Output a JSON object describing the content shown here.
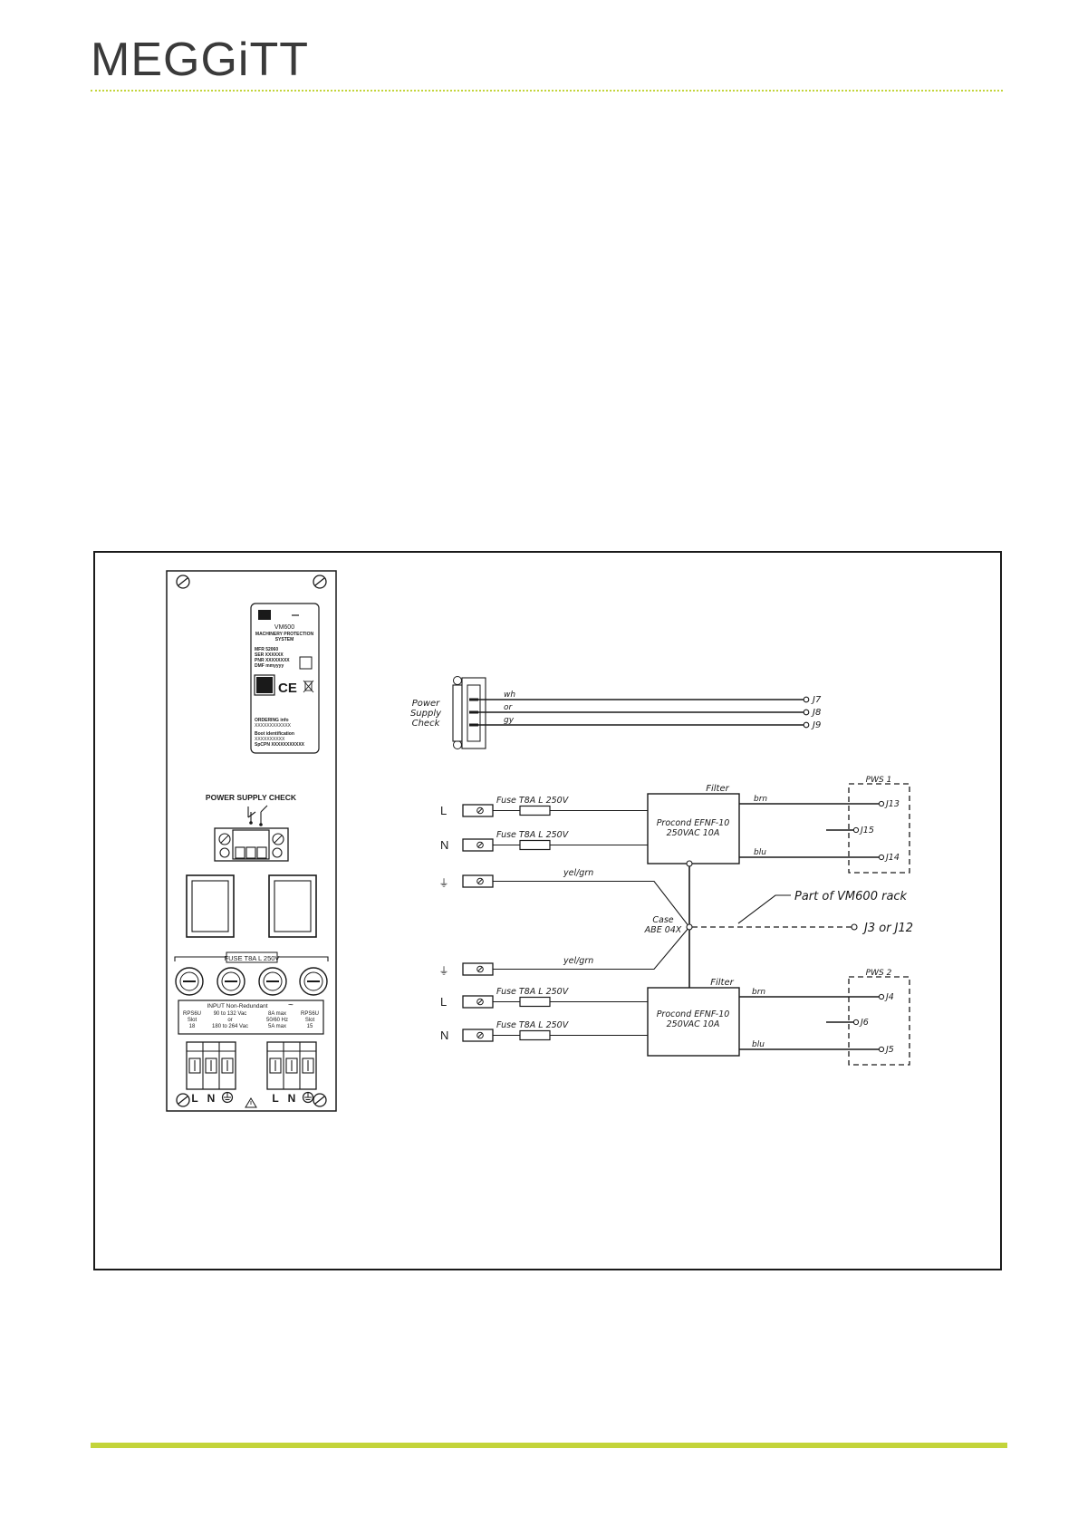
{
  "header": {
    "logo": "MEGGiTT"
  },
  "panel": {
    "label": {
      "product": "VM600",
      "system_line1": "MACHINERY PROTECTION",
      "system_line2": "SYSTEM",
      "mfr": "MFR 52060",
      "ser": "SER XXXXXX",
      "pnr": "PNR XXXXXXXX",
      "dmf": "DMF mmyyyy",
      "ordering": "ORDERING info",
      "ordering_code": "XXXXXXXXXXXX",
      "boot": "Boot identification",
      "boot_code": "XXXXXXXXXX",
      "sfc": "SpCPN XXXXXXXXXXX"
    },
    "power_supply_check": "POWER SUPPLY CHECK",
    "fuse_label": "FUSE T8A L 250V",
    "input_title": "INPUT Non-Redundant",
    "input_left": [
      "RPS6U",
      "Slot",
      "18"
    ],
    "input_mid1": [
      "90 to 132 Vac",
      "or",
      "180 to 264 Vac"
    ],
    "input_mid2": [
      "8A max",
      "50/60 Hz",
      "5A max"
    ],
    "input_right": [
      "RPS6U",
      "Slot",
      "15"
    ],
    "terminals": [
      "L",
      "N",
      "L",
      "N"
    ]
  },
  "schematic": {
    "psc": {
      "label": [
        "Power",
        "Supply",
        "Check"
      ],
      "wires": [
        "wh",
        "or",
        "gy"
      ],
      "jacks": [
        "J7",
        "J8",
        "J9"
      ]
    },
    "supply1": {
      "inputs": [
        "L",
        "N"
      ],
      "fuse": "Fuse T8A L 250V",
      "filter_title": "Filter",
      "filter_name": "Procond EFNF-10",
      "filter_rating": "250VAC 10A",
      "wire_top": "brn",
      "wire_bottom": "blu",
      "pws": "PWS 1",
      "jacks": [
        "J13",
        "J15",
        "J14"
      ]
    },
    "supply2": {
      "inputs": [
        "L",
        "N"
      ],
      "fuse": "Fuse T8A L 250V",
      "filter_title": "Filter",
      "filter_name": "Procond EFNF-10",
      "filter_rating": "250VAC 10A",
      "wire_top": "brn",
      "wire_bottom": "blu",
      "pws": "PWS 2",
      "jacks": [
        "J4",
        "J6",
        "J5"
      ]
    },
    "earth_wire": "yel/grn",
    "case_label": [
      "Case",
      "ABE 04X"
    ],
    "rack_label": "Part of VM600 rack",
    "rack_jacks": "J3 or J12"
  }
}
